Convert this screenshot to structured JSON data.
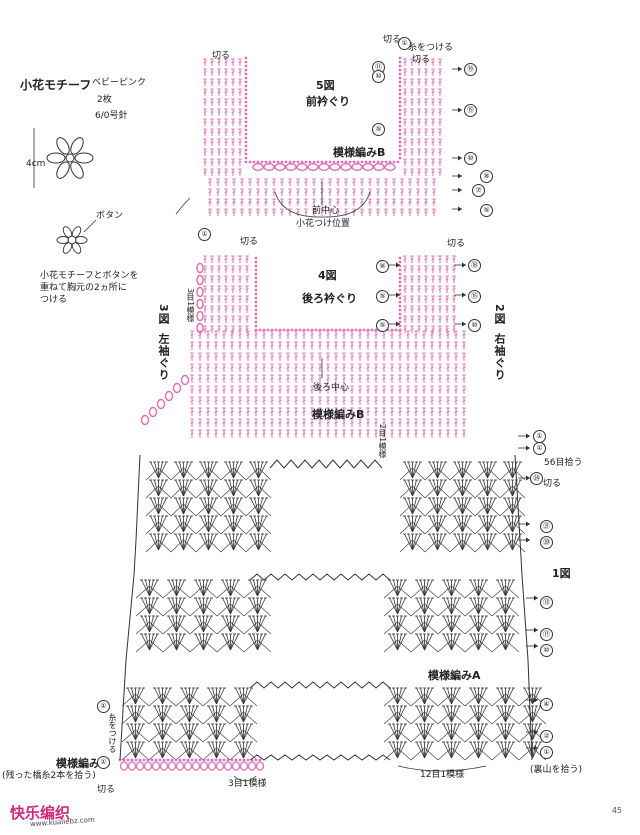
{
  "motif": {
    "title": "小花モチーフ",
    "color": "ベビーピンク",
    "count": "2枚",
    "hook": "6/0号針",
    "size": "4cm",
    "button": "ボタン",
    "note_lines": [
      "小花モチーフとボタンを",
      "重ねて胸元の2ヵ所に",
      "つける"
    ]
  },
  "fig5": {
    "label": "5図",
    "name": "前衿ぐり",
    "cut_left": "切る",
    "cut_right": "切る",
    "attach": "糸をつける",
    "pattern": "模様編みB",
    "center": "前中心",
    "flower_pos": "小花つけ位置",
    "rows": [
      "⑲",
      "⑮",
      "⑩",
      "⑧",
      "⑦",
      "⑤",
      "⑪",
      "⑩",
      "⑤"
    ]
  },
  "fig4": {
    "label": "4図",
    "name": "後ろ衿ぐり",
    "cut_left": "切る",
    "cut_right": "切る",
    "center": "後ろ中心",
    "pattern": "模様編みB",
    "left_rows": [
      "⑧",
      "⑤",
      "⑤"
    ],
    "right_rows": [
      "⑱",
      "⑮",
      "⑩"
    ],
    "repeat_label": "3目1模様",
    "repeat_label2": "2目1模様"
  },
  "fig3": {
    "label": "3図",
    "name": "左袖ぐり"
  },
  "fig2": {
    "label": "2図",
    "name": "右袖ぐり"
  },
  "fig1": {
    "label": "1図",
    "pattern_a": "模様編みA",
    "pick_56": "56目拾う",
    "cut": "切る",
    "repeat_12": "12目1模様",
    "repeat_3": "3目1模様",
    "attach": "糸をつける",
    "bottom_note_left": "(残った橋糸2本を拾う)",
    "bottom_note_right": "(裏山を拾う)",
    "pattern_a_left": "模様編みA",
    "cut_left": "切る",
    "rows": [
      "①",
      "①",
      "㉔",
      "㉑",
      "⑳",
      "⑬",
      "⑪",
      "⑩",
      "④",
      "②",
      "①"
    ]
  },
  "footer": {
    "logo": "快乐编织",
    "url": "www.kuailebz.com",
    "page": "45"
  },
  "colors": {
    "pink": "#e06fb7",
    "ink": "#333333",
    "bg": "#ffffff"
  }
}
